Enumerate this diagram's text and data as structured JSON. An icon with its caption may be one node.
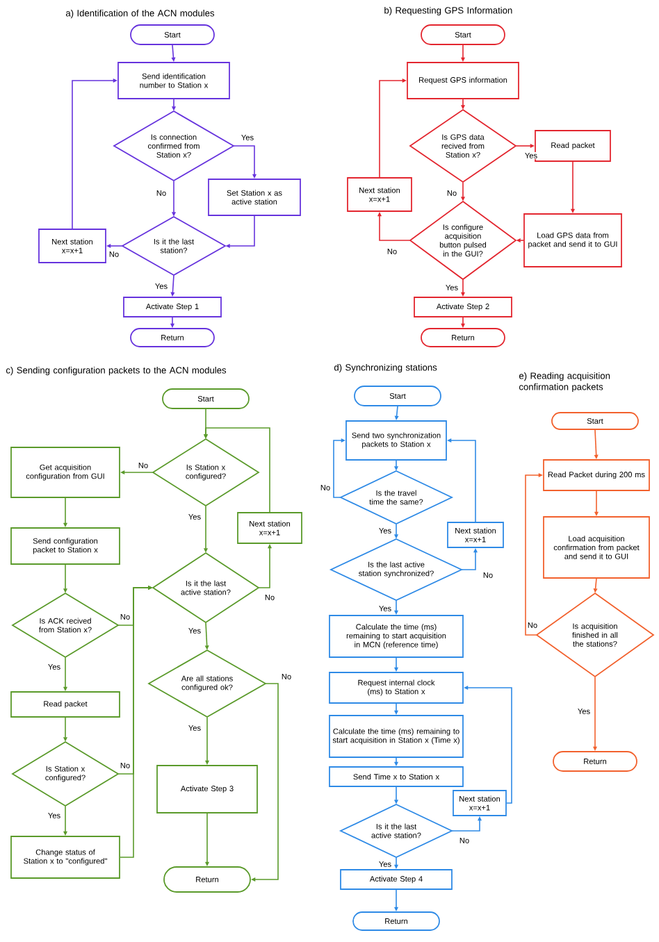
{
  "diagram": {
    "nodes": [
      {
        "text": [
          "Start"
        ]
      },
      {
        "text": [
          "Send identification number to Station x"
        ]
      },
      {
        "text": [
          "Is connection confirmed from Station x?"
        ]
      },
      {
        "text": [
          "Set Station x as active station"
        ]
      },
      {
        "text": [
          "Is it the last station?"
        ]
      },
      {
        "text": [
          "Next station x=x+1"
        ]
      },
      {
        "text": [
          "Activate Step 1"
        ]
      },
      {
        "text": [
          "Return"
        ]
      },
      {
        "text": [
          "Start"
        ]
      },
      {
        "text": [
          "Request GPS information"
        ]
      },
      {
        "text": [
          "Is GPS data recived from Station x?"
        ]
      },
      {
        "text": [
          "Read packet"
        ]
      },
      {
        "text": [
          "Next station x=x+1"
        ]
      },
      {
        "text": [
          "Is configure acquisition button pulsed in the GUI?"
        ]
      },
      {
        "text": [
          "Load GPS data from packet and send it to GUI"
        ]
      },
      {
        "text": [
          "Activate Step 2"
        ]
      },
      {
        "text": [
          "Return"
        ]
      },
      {
        "text": [
          "Start"
        ]
      },
      {
        "text": [
          "Is Station x configured?"
        ]
      },
      {
        "text": [
          "Get acquisition configuration from GUI"
        ]
      },
      {
        "text": [
          "Next station x=x+1"
        ]
      },
      {
        "text": [
          "Send configuration packet to Station x"
        ]
      },
      {
        "text": [
          "Is it the last active station?"
        ]
      },
      {
        "text": [
          "Is ACK recived from Station x?"
        ]
      },
      {
        "text": [
          "Are all stations configured ok?"
        ]
      },
      {
        "text": [
          "Read packet"
        ]
      },
      {
        "text": [
          "Is Station x configured?"
        ]
      },
      {
        "text": [
          "Activate Step 3"
        ]
      },
      {
        "text": [
          "Change status of Station x to \"configured\""
        ]
      },
      {
        "text": [
          "Return"
        ]
      },
      {
        "text": [
          "Start"
        ]
      },
      {
        "text": [
          "Send two synchronization packets to Station x"
        ]
      },
      {
        "text": [
          "Is the travel time the same?"
        ]
      },
      {
        "text": [
          "Next station x=x+1"
        ]
      },
      {
        "text": [
          "Is the last active station synchronized?"
        ]
      },
      {
        "text": [
          "Calculate the time (ms) remaining to start acquisition in MCN (reference time)"
        ]
      },
      {
        "text": [
          "Request internal clock (ms) to Station x"
        ]
      },
      {
        "text": [
          "Calculate the time (ms) remaining to start acquisition in Station x (Time x)"
        ]
      },
      {
        "text": [
          "Send Time x to Station x"
        ]
      },
      {
        "text": [
          "Next station x=x+1"
        ]
      },
      {
        "text": [
          "Is it the last active station?"
        ]
      },
      {
        "text": [
          "Activate Step 4"
        ]
      },
      {
        "text": [
          "Return"
        ]
      },
      {
        "text": [
          "Start"
        ]
      },
      {
        "text": [
          "Read Packet during 200 ms"
        ]
      },
      {
        "text": [
          "Load acquisition confirmation from packet and send it to GUI"
        ]
      },
      {
        "text": [
          "Is acquisition finished in all the stations?"
        ]
      },
      {
        "text": [
          "Return"
        ]
      }
    ],
    "edges": [
      {
        "from": 0,
        "to": 1,
        "arrow": "to",
        "color": "#6633dd"
      },
      {
        "from": 1,
        "to": 2,
        "arrow": "to",
        "color": "#6633dd"
      },
      {
        "from": 2,
        "to": 3,
        "arrow": "to",
        "label": "Yes",
        "color": "#6633dd"
      },
      {
        "from": 2,
        "to": 4,
        "arrow": "to",
        "label": "No",
        "color": "#6633dd"
      },
      {
        "from": 3,
        "to": 4,
        "arrow": "to",
        "color": "#6633dd"
      },
      {
        "from": 4,
        "to": 5,
        "arrow": "to",
        "label": "No",
        "color": "#6633dd"
      },
      {
        "from": 5,
        "to": 1,
        "arrow": "to",
        "color": "#6633dd"
      },
      {
        "from": 4,
        "to": 6,
        "arrow": "to",
        "label": "Yes",
        "color": "#6633dd"
      },
      {
        "from": 6,
        "to": 7,
        "arrow": "to",
        "color": "#6633dd"
      },
      {
        "from": 8,
        "to": 9,
        "arrow": "to",
        "color": "#e3262f"
      },
      {
        "from": 9,
        "to": 10,
        "arrow": "to",
        "color": "#e3262f"
      },
      {
        "from": 10,
        "to": 11,
        "arrow": "to",
        "label": "Yes",
        "color": "#e3262f"
      },
      {
        "from": 10,
        "to": 13,
        "arrow": "to",
        "label": "No",
        "color": "#e3262f"
      },
      {
        "from": 11,
        "to": 14,
        "arrow": "to",
        "color": "#e3262f"
      },
      {
        "from": 14,
        "to": 13,
        "arrow": "to",
        "color": "#e3262f"
      },
      {
        "from": 13,
        "to": 12,
        "arrow": "to",
        "label": "No",
        "color": "#e3262f"
      },
      {
        "from": 12,
        "to": 9,
        "arrow": "to",
        "color": "#e3262f"
      },
      {
        "from": 13,
        "to": 15,
        "arrow": "to",
        "label": "Yes",
        "color": "#e3262f"
      },
      {
        "from": 15,
        "to": 16,
        "arrow": "to",
        "color": "#e3262f"
      },
      {
        "from": 17,
        "to": 18,
        "arrow": "to"
      },
      {
        "from": 18,
        "to": 19,
        "arrow": "to",
        "label": "No"
      },
      {
        "from": 18,
        "to": 22,
        "arrow": "to",
        "label": "Yes"
      },
      {
        "from": 19,
        "to": 21,
        "arrow": "to"
      },
      {
        "from": 21,
        "to": 23,
        "arrow": "to"
      },
      {
        "from": 23,
        "to": 22,
        "arrow": "to",
        "label": "No"
      },
      {
        "from": 23,
        "to": 25,
        "arrow": "to",
        "label": "Yes"
      },
      {
        "from": 25,
        "to": 26,
        "arrow": "to"
      },
      {
        "from": 26,
        "to": 22,
        "arrow": "to",
        "label": "No"
      },
      {
        "from": 26,
        "to": 28,
        "arrow": "to",
        "label": "Yes"
      },
      {
        "from": 28,
        "to": 22,
        "arrow": "to"
      },
      {
        "from": 22,
        "to": 20,
        "arrow": "to",
        "label": "No"
      },
      {
        "from": 20,
        "to": 18,
        "arrow": "to"
      },
      {
        "from": 22,
        "to": 24,
        "arrow": "to",
        "label": "Yes"
      },
      {
        "from": 24,
        "to": 27,
        "arrow": "to",
        "label": "Yes"
      },
      {
        "from": 24,
        "to": 29,
        "arrow": "to",
        "label": "No"
      },
      {
        "from": 27,
        "to": 29,
        "arrow": "to"
      },
      {
        "from": 30,
        "to": 31,
        "arrow": "to",
        "color": "#2e8ae6"
      },
      {
        "from": 31,
        "to": 32,
        "arrow": "to",
        "color": "#2e8ae6"
      },
      {
        "from": 32,
        "to": 31,
        "arrow": "to",
        "label": "No",
        "color": "#2e8ae6"
      },
      {
        "from": 32,
        "to": 34,
        "arrow": "to",
        "label": "Yes",
        "color": "#2e8ae6"
      },
      {
        "from": 34,
        "to": 33,
        "arrow": "to",
        "label": "No",
        "color": "#2e8ae6"
      },
      {
        "from": 33,
        "to": 31,
        "arrow": "to",
        "color": "#2e8ae6"
      },
      {
        "from": 34,
        "to": 35,
        "arrow": "to",
        "label": "Yes",
        "color": "#2e8ae6"
      },
      {
        "from": 35,
        "to": 36,
        "arrow": "to",
        "color": "#2e8ae6"
      },
      {
        "from": 36,
        "to": 37,
        "arrow": "to",
        "color": "#2e8ae6"
      },
      {
        "from": 37,
        "to": 38,
        "arrow": "to",
        "color": "#2e8ae6"
      },
      {
        "from": 38,
        "to": 40,
        "arrow": "to",
        "color": "#2e8ae6"
      },
      {
        "from": 40,
        "to": 39,
        "arrow": "to",
        "label": "No",
        "color": "#2e8ae6"
      },
      {
        "from": 39,
        "to": 36,
        "arrow": "to",
        "color": "#2e8ae6"
      },
      {
        "from": 40,
        "to": 41,
        "arrow": "to",
        "label": "Yes",
        "color": "#2e8ae6"
      },
      {
        "from": 41,
        "to": 42,
        "arrow": "to",
        "color": "#2e8ae6"
      },
      {
        "from": 43,
        "to": 44,
        "arrow": "to",
        "color": "#f2612d"
      },
      {
        "from": 44,
        "to": 45,
        "arrow": "to",
        "color": "#f2612d"
      },
      {
        "from": 45,
        "to": 46,
        "arrow": "to",
        "color": "#f2612d"
      },
      {
        "from": 46,
        "to": 44,
        "arrow": "to",
        "label": "No",
        "color": "#f2612d"
      },
      {
        "from": 46,
        "to": 47,
        "arrow": "to",
        "label": "Yes",
        "color": "#f2612d"
      }
    ],
    "labels": [
      "a) Identification of the ACN modules",
      "b) Requesting GPS Information",
      "c) Sending configuration packets to the ACN modules",
      "d) Synchronizing stations",
      "e) Reading acquisition confirmation packets"
    ]
  }
}
